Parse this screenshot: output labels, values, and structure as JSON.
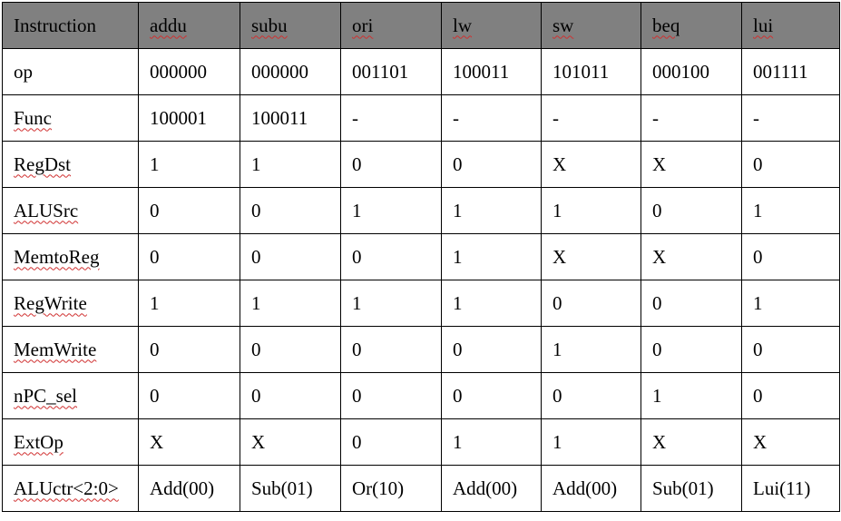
{
  "table": {
    "header_bg": "#808080",
    "spellcheck_color": "#d03030",
    "header": [
      "Instruction",
      "addu",
      "subu",
      "ori",
      "lw",
      "sw",
      "beq",
      "lui"
    ],
    "rows": [
      {
        "signal": "op",
        "values": [
          "000000",
          "000000",
          "001101",
          "100011",
          "101011",
          "000100",
          "001111"
        ]
      },
      {
        "signal": "Func",
        "values": [
          "100001",
          "100011",
          "-",
          "-",
          "-",
          "-",
          "-"
        ]
      },
      {
        "signal": "RegDst",
        "values": [
          "1",
          "1",
          "0",
          "0",
          "X",
          "X",
          "0"
        ]
      },
      {
        "signal": "ALUSrc",
        "values": [
          "0",
          "0",
          "1",
          "1",
          "1",
          "0",
          "1"
        ]
      },
      {
        "signal": "MemtoReg",
        "values": [
          "0",
          "0",
          "0",
          "1",
          "X",
          "X",
          "0"
        ]
      },
      {
        "signal": "RegWrite",
        "values": [
          "1",
          "1",
          "1",
          "1",
          "0",
          "0",
          "1"
        ]
      },
      {
        "signal": "MemWrite",
        "values": [
          "0",
          "0",
          "0",
          "0",
          "1",
          "0",
          "0"
        ]
      },
      {
        "signal": "nPC_sel",
        "values": [
          "0",
          "0",
          "0",
          "0",
          "0",
          "1",
          "0"
        ]
      },
      {
        "signal": "ExtOp",
        "values": [
          "X",
          "X",
          "0",
          "1",
          "1",
          "X",
          "X"
        ]
      },
      {
        "signal": "ALUctr<2:0>",
        "values": [
          "Add(00)",
          "Sub(01)",
          "Or(10)",
          "Add(00)",
          "Add(00)",
          "Sub(01)",
          "Lui(11)"
        ]
      }
    ]
  }
}
